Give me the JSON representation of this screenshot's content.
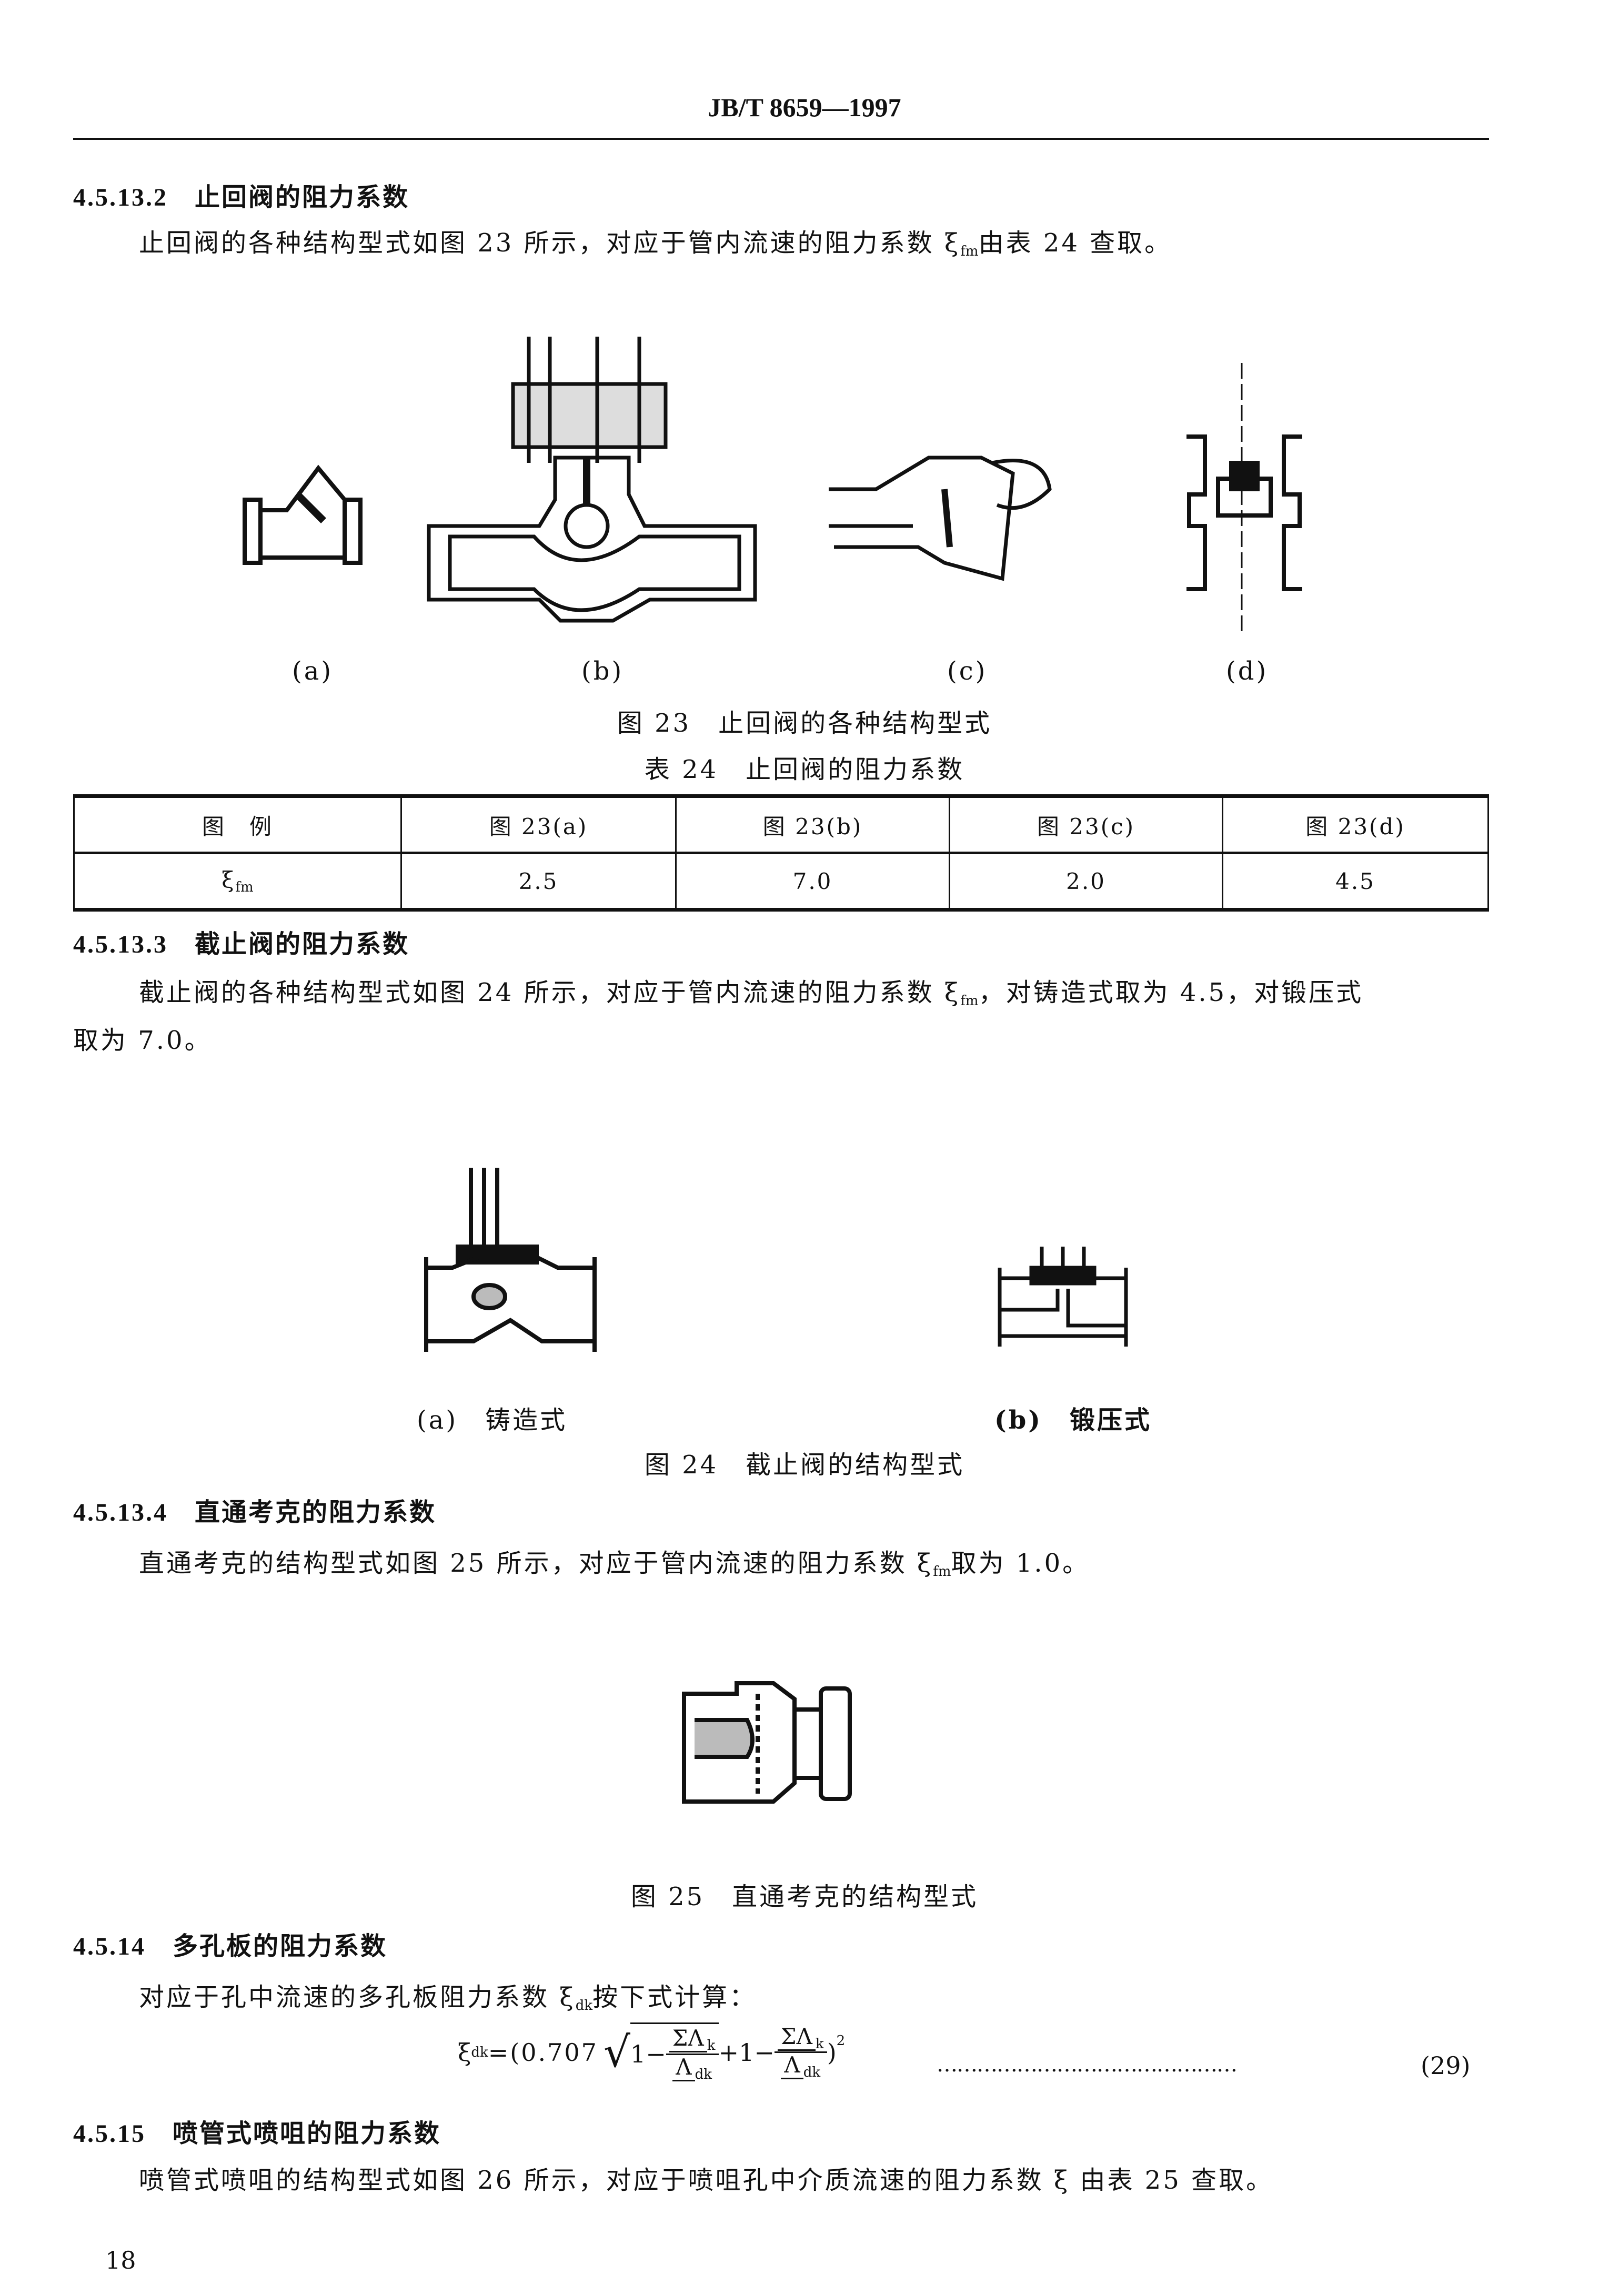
{
  "header": {
    "code": "JB/T 8659—1997"
  },
  "s1": {
    "num": "4.5.13.2",
    "title": "止回阀的阻力系数",
    "para_a": "止回阀的各种结构型式如图 23 所示，对应于管内流速的阻力系数 ξ",
    "para_sub": "fm",
    "para_b": "由表 24 查取。"
  },
  "fig23": {
    "labels": [
      "(a)",
      "(b)",
      "(c)",
      "(d)"
    ],
    "caption": "图 23　止回阀的各种结构型式"
  },
  "table24": {
    "caption": "表 24　止回阀的阻力系数",
    "header": [
      "图　例",
      "图 23(a)",
      "图 23(b)",
      "图 23(c)",
      "图 23(d)"
    ],
    "row_label": "ξ",
    "row_label_sub": "fm",
    "values": [
      "2.5",
      "7.0",
      "2.0",
      "4.5"
    ]
  },
  "s2": {
    "num": "4.5.13.3",
    "title": "截止阀的阻力系数",
    "para_a": "截止阀的各种结构型式如图 24 所示，对应于管内流速的阻力系数 ξ",
    "para_sub": "fm",
    "para_b": "，对铸造式取为 4.5，对锻压式",
    "para_c": "取为 7.0。"
  },
  "fig24": {
    "label_a": "(a)　铸造式",
    "label_b": "(b)　锻压式",
    "caption": "图 24　截止阀的结构型式"
  },
  "s3": {
    "num": "4.5.13.4",
    "title": "直通考克的阻力系数",
    "para_a": "直通考克的结构型式如图 25 所示，对应于管内流速的阻力系数 ξ",
    "para_sub": "fm",
    "para_b": "取为 1.0。"
  },
  "fig25": {
    "caption": "图 25　直通考克的结构型式"
  },
  "s4": {
    "num": "4.5.14",
    "title": "多孔板的阻力系数",
    "para_a": "对应于孔中流速的多孔板阻力系数 ξ",
    "para_sub": "dk",
    "para_b": "按下式计算："
  },
  "formula": {
    "lhs": "ξ",
    "lhs_sub": "dk",
    "eq": "=(0.707",
    "one_minus": "1−",
    "num": "ΣΛ",
    "num_sub": "k",
    "den": "Λ",
    "den_sub": "dk",
    "plus": "+1−",
    "close": ")",
    "exp": "2",
    "dots": "………………………………………",
    "eqno": "(29)"
  },
  "s5": {
    "num": "4.5.15",
    "title": "喷管式喷咀的阻力系数",
    "para": "喷管式喷咀的结构型式如图 26 所示，对应于喷咀孔中介质流速的阻力系数 ξ 由表 25 查取。"
  },
  "footer": {
    "page": "18"
  }
}
